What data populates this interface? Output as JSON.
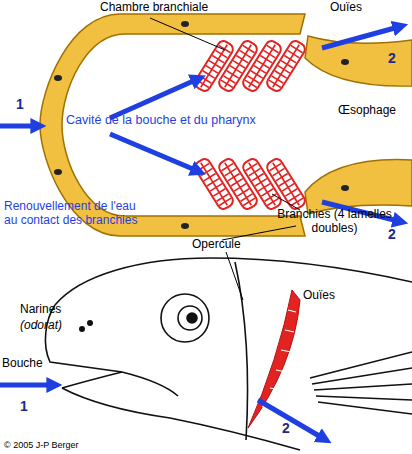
{
  "diagram": {
    "labels": [
      "Chambre branchiale",
      "Ouïes",
      "Cavité de la bouche et du pharynx",
      "Œsophage",
      "1",
      "2",
      "2",
      "Renouvellement de l'eau au contact des branchies",
      "Opercule",
      "Branchies (4 lamelles doubles)",
      "Ouïes",
      "Narines",
      "(odorat)",
      "Bouche",
      "1",
      "2",
      "© 2005 J-P Berger"
    ]
  }
}
